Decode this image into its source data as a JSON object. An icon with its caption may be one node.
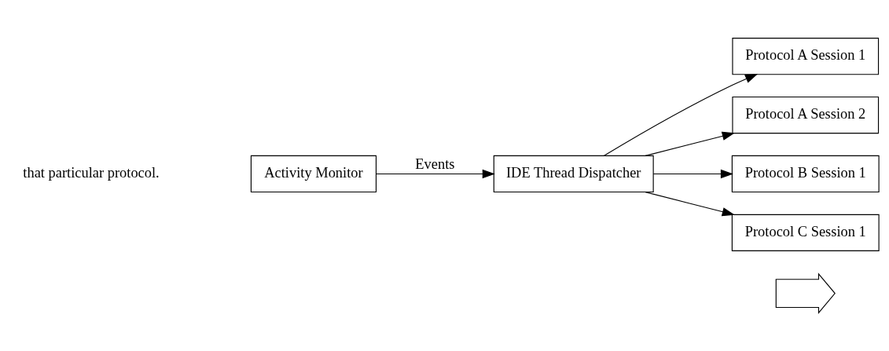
{
  "diagram": {
    "nodes": [
      {
        "text": [
          "Activity Monitor"
        ]
      },
      {
        "text": [
          "IDE Thread Dispatcher"
        ]
      },
      {
        "text": [
          "Protocol A Session 1"
        ]
      },
      {
        "text": [
          "Protocol A Session 2"
        ]
      },
      {
        "text": [
          "Protocol B Session 1"
        ]
      },
      {
        "text": [
          "Protocol C Session 1"
        ]
      },
      {
        "text": [],
        "shape": "arrow"
      }
    ],
    "edges": [
      {
        "from": 0,
        "to": 1,
        "arrow": "to",
        "label": "Events"
      },
      {
        "from": 1,
        "to": 2,
        "arrow": "to"
      },
      {
        "from": 1,
        "to": 3,
        "arrow": "to"
      },
      {
        "from": 1,
        "to": 4,
        "arrow": "to"
      },
      {
        "from": 1,
        "to": 5,
        "arrow": "to"
      }
    ],
    "labels": [
      "that particular protocol."
    ]
  }
}
